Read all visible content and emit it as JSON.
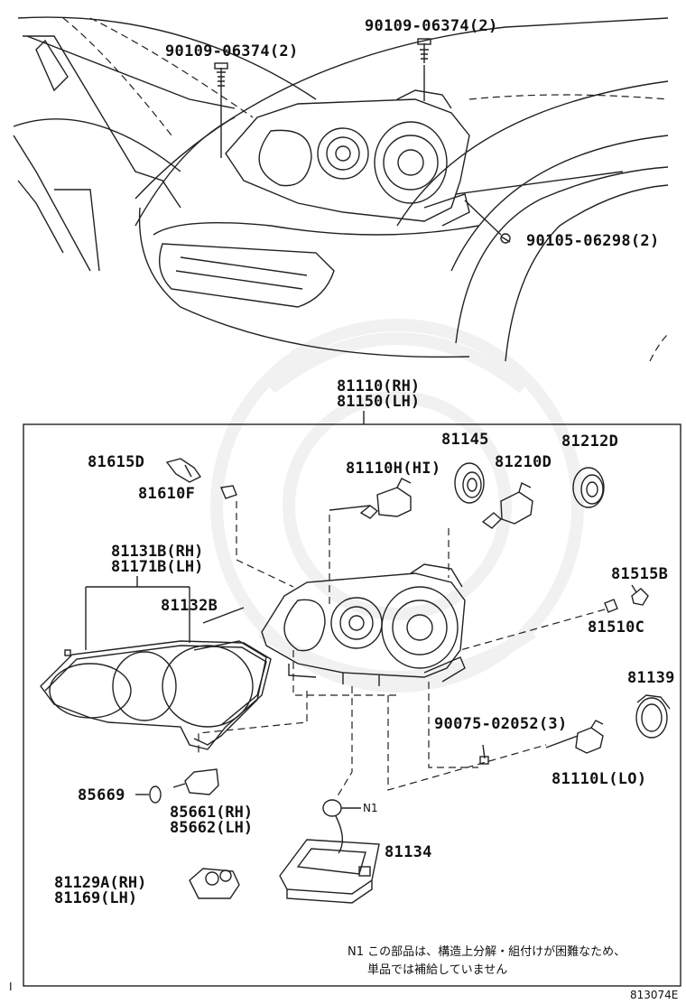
{
  "diagram": {
    "top_labels": {
      "bolt_upper_left": "90109-06374(2)",
      "bolt_upper_right": "90109-06374(2)",
      "bolt_right": "90105-06298(2)"
    },
    "assembly": {
      "rh": "81110(RH)",
      "lh": "81150(LH)"
    },
    "parts": {
      "p81615d": "81615D",
      "p81610f": "81610F",
      "p81110h": "81110H(HI)",
      "p81145": "81145",
      "p81210d": "81210D",
      "p81212d": "81212D",
      "p81131b_rh": "81131B(RH)",
      "p81171b_lh": "81171B(LH)",
      "p81132b": "81132B",
      "p81515b": "81515B",
      "p81510c": "81510C",
      "p81139": "81139",
      "p90075": "90075-02052(3)",
      "p81110l": "81110L(LO)",
      "p85669": "85669",
      "p85661_rh": "85661(RH)",
      "p85662_lh": "85662(LH)",
      "n1": "N1",
      "p81134": "81134",
      "p81129a_rh": "81129A(RH)",
      "p81169_lh": "81169(LH)"
    },
    "note_line1": "N1 この部品は、構造上分解・組付けが困難なため、",
    "note_line2": "単品では補給していません",
    "figure_code": "813074E",
    "corner_mark": "I"
  }
}
